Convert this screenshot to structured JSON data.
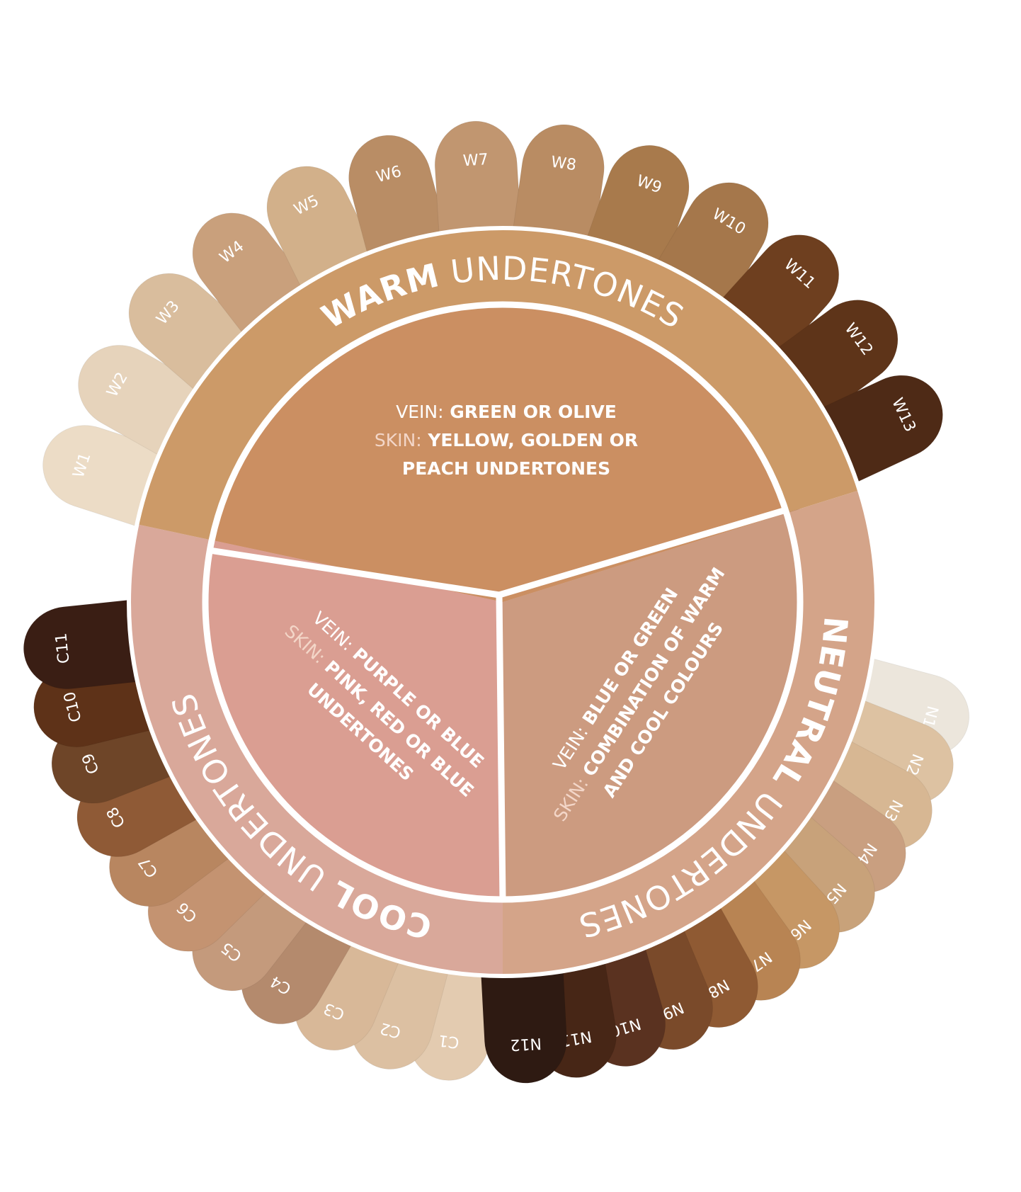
{
  "swatches": {
    "warm": [
      {
        "label": "W1",
        "color": "#ecdcc6"
      },
      {
        "label": "W2",
        "color": "#e6d3bb"
      },
      {
        "label": "W3",
        "color": "#d9bd9d"
      },
      {
        "label": "W4",
        "color": "#c9a07c"
      },
      {
        "label": "W5",
        "color": "#d2b08a"
      },
      {
        "label": "W6",
        "color": "#b98d65"
      },
      {
        "label": "W7",
        "color": "#c19670"
      },
      {
        "label": "W8",
        "color": "#b98c63"
      },
      {
        "label": "W9",
        "color": "#a87a4c"
      },
      {
        "label": "W10",
        "color": "#a5774b"
      },
      {
        "label": "W11",
        "color": "#6e3f1f"
      },
      {
        "label": "W12",
        "color": "#5e3419"
      },
      {
        "label": "W13",
        "color": "#4e2a16"
      }
    ],
    "neutral": [
      {
        "label": "N1",
        "color": "#ece6dc"
      },
      {
        "label": "N2",
        "color": "#ddc2a2"
      },
      {
        "label": "N3",
        "color": "#d7b793"
      },
      {
        "label": "N4",
        "color": "#c99f80"
      },
      {
        "label": "N5",
        "color": "#c8a27a"
      },
      {
        "label": "N6",
        "color": "#c69765"
      },
      {
        "label": "N7",
        "color": "#b88453"
      },
      {
        "label": "N8",
        "color": "#8f5a33"
      },
      {
        "label": "N9",
        "color": "#7a4a2a"
      },
      {
        "label": "N10",
        "color": "#5a3220"
      },
      {
        "label": "N11",
        "color": "#472616"
      },
      {
        "label": "N12",
        "color": "#2e1a12"
      }
    ],
    "cool": [
      {
        "label": "C1",
        "color": "#e3cbb0"
      },
      {
        "label": "C2",
        "color": "#dcc0a2"
      },
      {
        "label": "C3",
        "color": "#d8b898"
      },
      {
        "label": "C4",
        "color": "#b48a6d"
      },
      {
        "label": "C5",
        "color": "#c49a7c"
      },
      {
        "label": "C6",
        "color": "#c49371"
      },
      {
        "label": "C7",
        "color": "#b88660"
      },
      {
        "label": "C8",
        "color": "#8f5a36"
      },
      {
        "label": "C9",
        "color": "#6e4528"
      },
      {
        "label": "C10",
        "color": "#5e3218"
      },
      {
        "label": "C11",
        "color": "#3a1e14"
      }
    ]
  },
  "segments": {
    "warm": {
      "title_bold": "WARM",
      "title_light": " UNDERTONES",
      "vein_key": "VEIN:",
      "vein_value": " GREEN OR OLIVE",
      "skin_key": "SKIN:",
      "skin_value": " YELLOW, GOLDEN OR",
      "skin_value_2": "PEACH UNDERTONES",
      "ring_color": "#cc9a68",
      "fill_color": "#cb8f62"
    },
    "neutral": {
      "title_bold": "NEUTRAL",
      "title_light": " UNDERTONES",
      "vein_key": "VEIN:",
      "vein_value": " BLUE OR GREEN",
      "skin_key": "SKIN:",
      "skin_value": " COMBINATION OF WARM",
      "skin_value_2": "AND COOL COLOURS",
      "ring_color": "#d4a489",
      "fill_color": "#cc9b80"
    },
    "cool": {
      "title_bold": "COOL",
      "title_light": " UNDERTONES",
      "vein_key": "VEIN:",
      "vein_value": " PURPLE OR BLUE",
      "skin_key": "SKIN:",
      "skin_value": " PINK, RED OR BLUE",
      "skin_value_2": "UNDERTONES",
      "ring_color": "#d9a89a",
      "fill_color": "#da9e92"
    }
  }
}
